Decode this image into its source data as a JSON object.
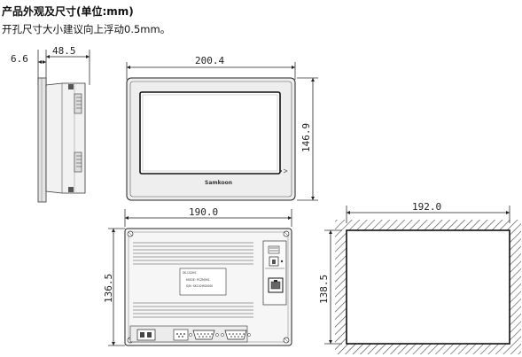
{
  "header": {
    "title": "产品外观及尺寸(单位:mm)",
    "note": "开孔尺寸大小建议向上浮动0.5mm。"
  },
  "dimensions": {
    "side_bezel": "6.6",
    "side_depth": "48.5",
    "front_width": "200.4",
    "front_height": "146.9",
    "back_width": "190.0",
    "back_height": "136.5",
    "cutout_width": "192.0",
    "cutout_height": "138.5"
  },
  "panel": {
    "brand": "Samkoon",
    "nameplate_model": "SK-102HS",
    "nameplate_line1": "MODE: PCZM/HS",
    "nameplate_line2": "S/N: SK102HS0000"
  }
}
